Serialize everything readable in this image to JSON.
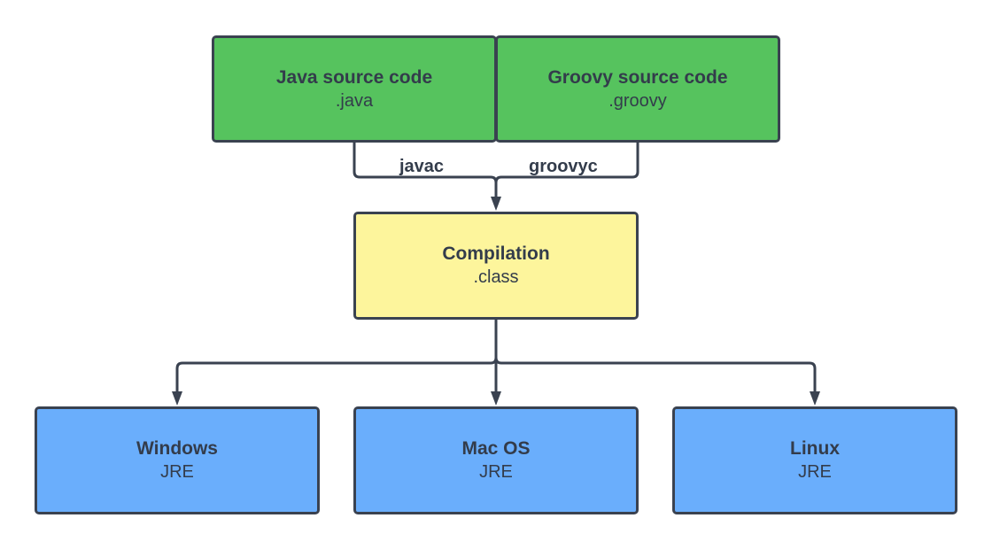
{
  "colors": {
    "source": "#56c35e",
    "compilation": "#fdf59c",
    "runtime": "#6aaefc",
    "stroke": "#3a4250",
    "text": "#333c4b"
  },
  "nodes": {
    "java": {
      "title": "Java source code",
      "sub": ".java"
    },
    "groovy": {
      "title": "Groovy source code",
      "sub": ".groovy"
    },
    "compilation": {
      "title": "Compilation",
      "sub": ".class"
    },
    "windows": {
      "title": "Windows",
      "sub": "JRE"
    },
    "macos": {
      "title": "Mac OS",
      "sub": "JRE"
    },
    "linux": {
      "title": "Linux",
      "sub": "JRE"
    }
  },
  "edges": {
    "javac": "javac",
    "groovyc": "groovyc"
  }
}
